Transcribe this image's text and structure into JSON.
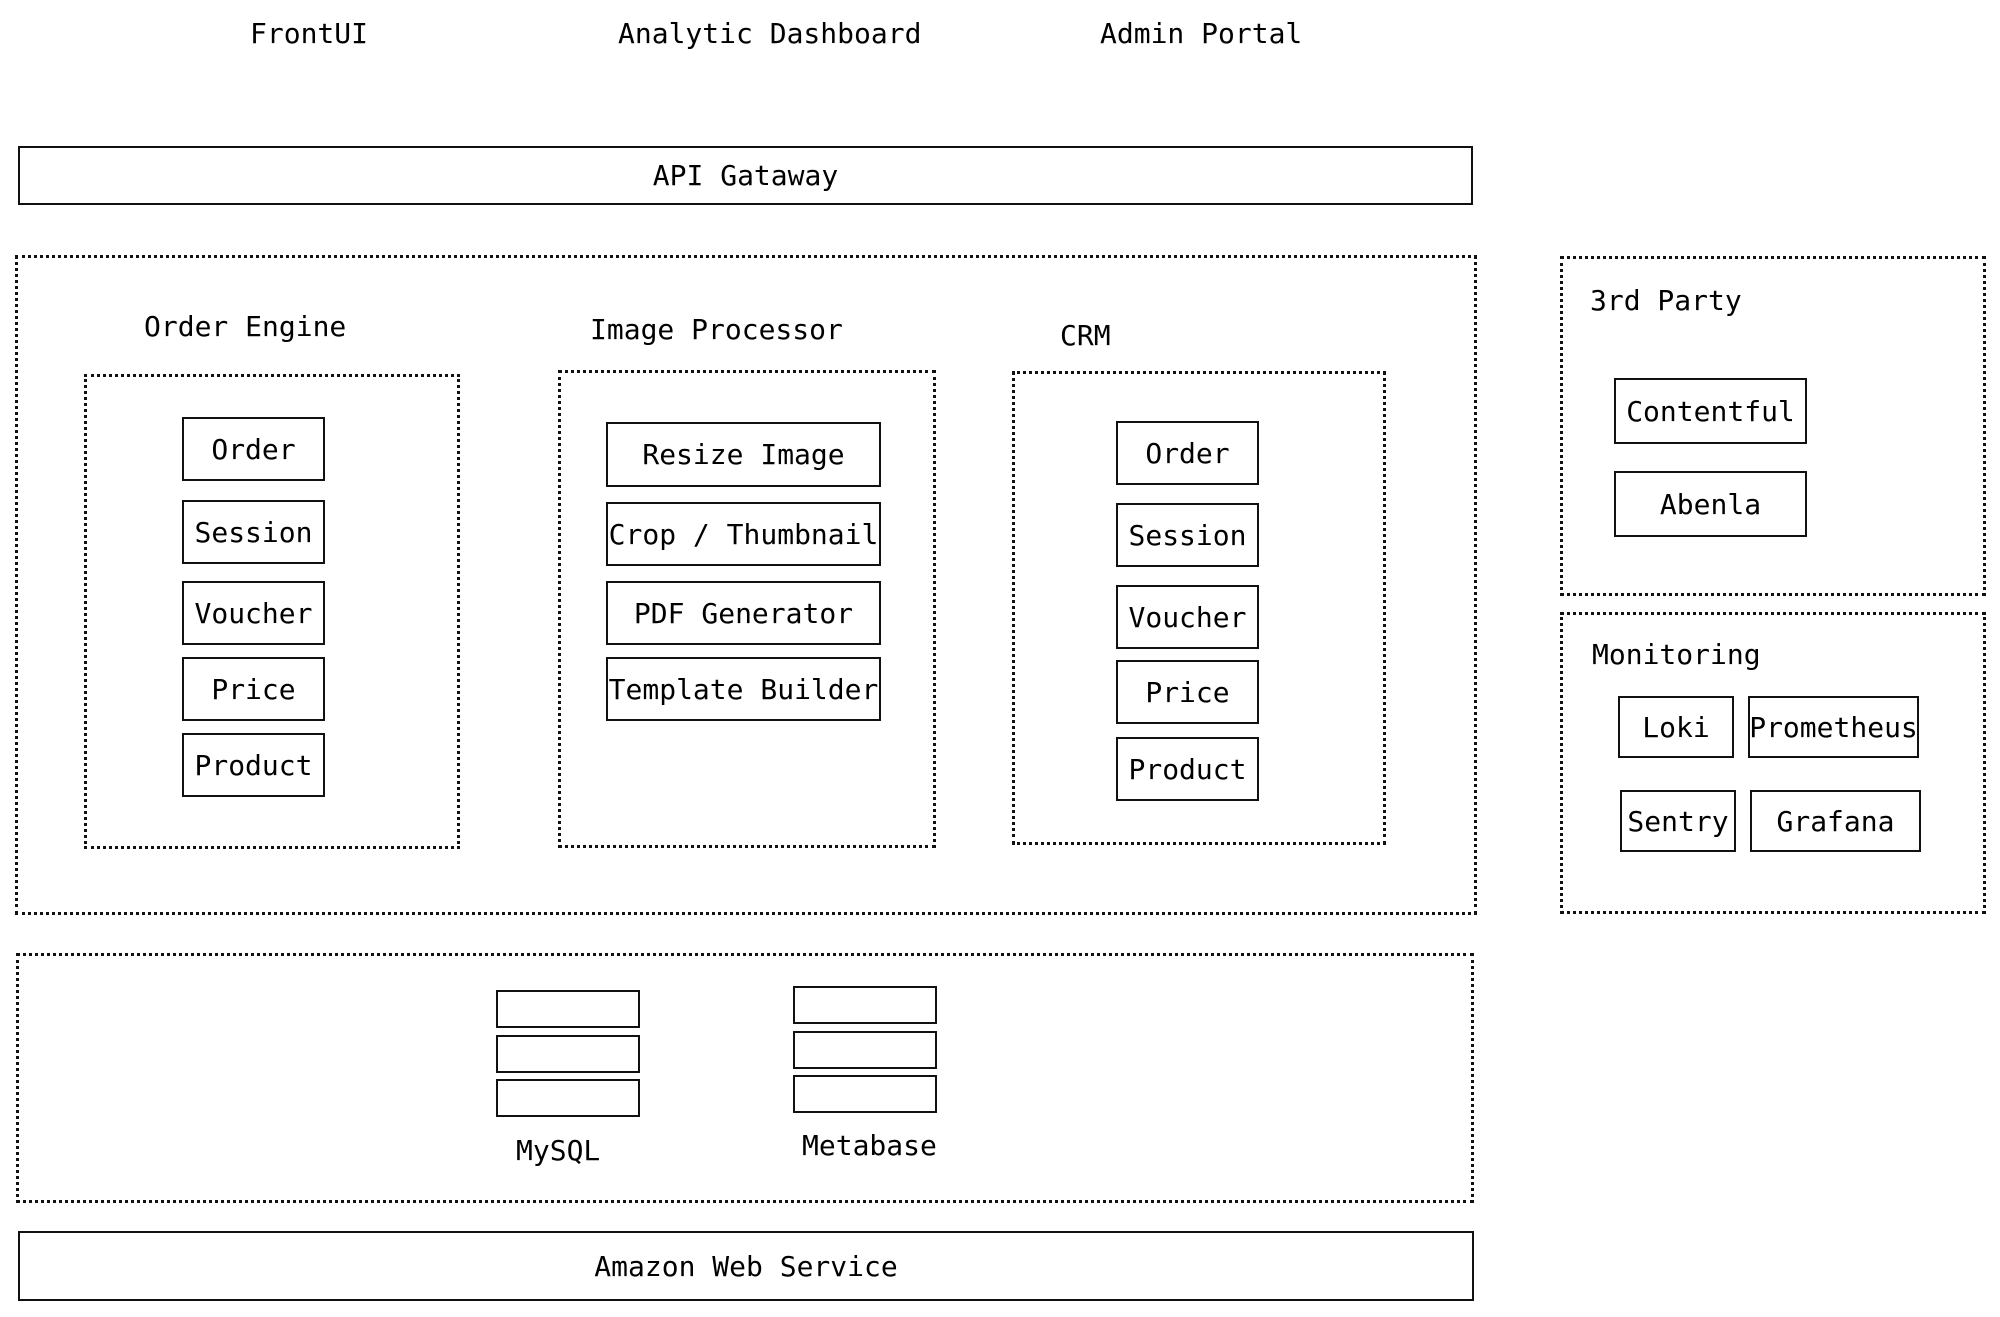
{
  "clients": [
    "FrontUI",
    "Analytic Dashboard",
    "Admin Portal"
  ],
  "gateway": "API Gataway",
  "services": [
    {
      "title": "Order Engine",
      "items": [
        "Order",
        "Session",
        "Voucher",
        "Price",
        "Product"
      ]
    },
    {
      "title": "Image Processor",
      "items": [
        "Resize Image",
        "Crop / Thumbnail",
        "PDF Generator",
        "Template Builder"
      ]
    },
    {
      "title": "CRM",
      "items": [
        "Order",
        "Session",
        "Voucher",
        "Price",
        "Product"
      ]
    }
  ],
  "third_party": {
    "title": "3rd Party",
    "items": [
      "Contentful",
      "Abenla"
    ]
  },
  "monitoring": {
    "title": "Monitoring",
    "items": [
      "Loki",
      "Prometheus",
      "Sentry",
      "Grafana"
    ]
  },
  "databases": [
    "MySQL",
    "Metabase"
  ],
  "cloud": "Amazon Web Service"
}
